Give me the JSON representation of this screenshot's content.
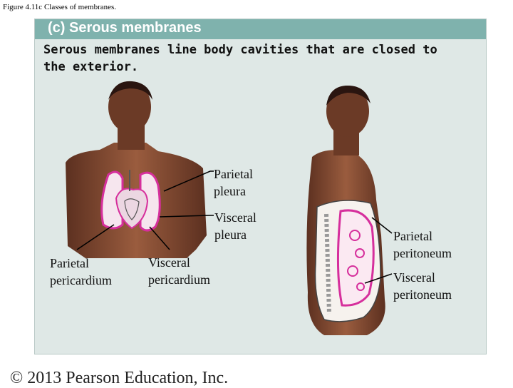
{
  "figure_caption": "Figure 4.11c  Classes of membranes.",
  "panel": {
    "title": "(c) Serous membranes",
    "description": "Serous membranes line body cavities that are closed to the exterior."
  },
  "labels": {
    "parietal_pleura": [
      "Parietal",
      "pleura"
    ],
    "visceral_pleura": [
      "Visceral",
      "pleura"
    ],
    "parietal_pericardium": [
      "Parietal",
      "pericardium"
    ],
    "visceral_pericardium": [
      "Visceral",
      "pericardium"
    ],
    "parietal_peritoneum": [
      "Parietal",
      "peritoneum"
    ],
    "visceral_peritoneum": [
      "Visceral",
      "peritoneum"
    ]
  },
  "footer": "© 2013 Pearson Education, Inc.",
  "colors": {
    "header": "#7fb2ad",
    "panel": "#dfe8e6",
    "skin": "#7a4630",
    "membrane": "#d62f9c"
  }
}
